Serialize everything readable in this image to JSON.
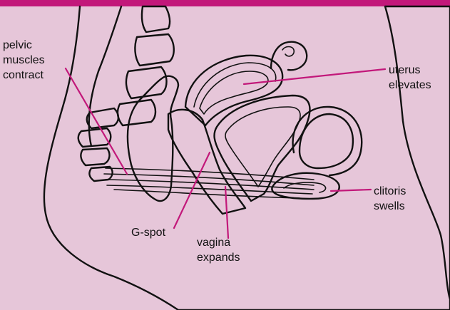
{
  "colors": {
    "background": "#e6c6d9",
    "top_bar": "#c2187a",
    "leader_line": "#c2187a",
    "tissue_dark": "#6f6f6f",
    "tissue_light": "#cfcfcf",
    "outline": "#111111",
    "body_fill": "#ffffff"
  },
  "labels": {
    "pelvic_muscles": [
      "pelvic",
      "muscles",
      "contract"
    ],
    "uterus": [
      "uterus",
      "elevates"
    ],
    "clitoris": [
      "clitoris",
      "swells"
    ],
    "g_spot": [
      "G-spot"
    ],
    "vagina": [
      "vagina",
      "expands"
    ]
  }
}
